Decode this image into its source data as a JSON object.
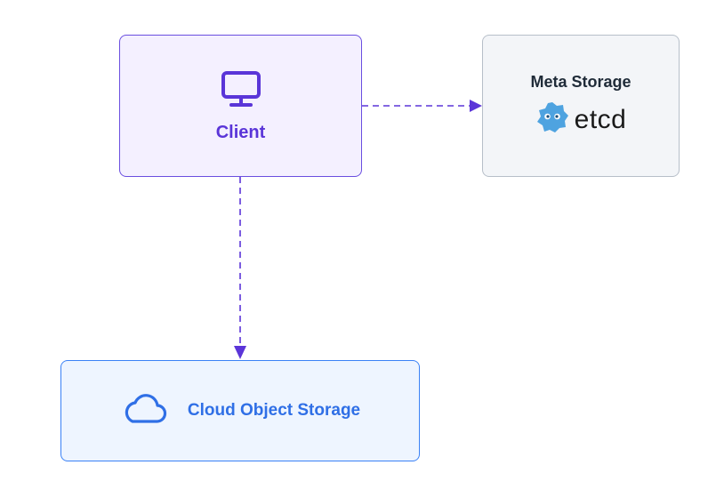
{
  "nodes": {
    "client": {
      "label": "Client",
      "icon": "monitor-icon"
    },
    "meta_storage": {
      "title": "Meta Storage",
      "logo_text": "etcd",
      "logo_icon": "etcd-logo-icon"
    },
    "cloud_storage": {
      "label": "Cloud Object Storage",
      "icon": "cloud-icon"
    }
  },
  "edges": [
    {
      "from": "client",
      "to": "meta_storage",
      "style": "dashed"
    },
    {
      "from": "client",
      "to": "cloud_storage",
      "style": "dashed"
    }
  ],
  "colors": {
    "client_accent": "#5a35d8",
    "meta_border": "#b7bfc9",
    "storage_accent": "#2f6fe6",
    "etcd_logo": "#4ea3e0",
    "edge": "#5b35d8"
  }
}
